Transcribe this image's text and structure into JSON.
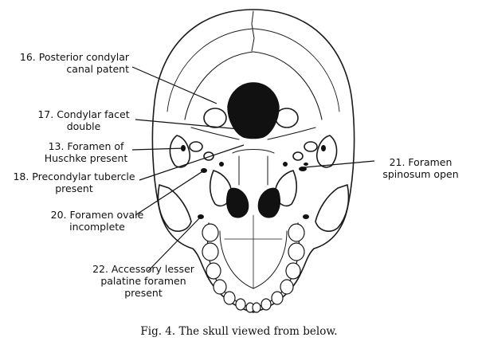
{
  "labels": [
    {
      "id": "l16",
      "lines": [
        "16. Posterior condylar",
        "canal patent"
      ]
    },
    {
      "id": "l17",
      "lines": [
        "17. Condylar facet",
        "double"
      ]
    },
    {
      "id": "l13",
      "lines": [
        "13. Foramen of",
        "Huschke present"
      ]
    },
    {
      "id": "l18",
      "lines": [
        "18. Precondylar tubercle",
        "present"
      ]
    },
    {
      "id": "l20",
      "lines": [
        "20. Foramen ovale",
        "incomplete"
      ]
    },
    {
      "id": "l22",
      "lines": [
        "22. Accessory lesser",
        "palatine foramen",
        "present"
      ]
    },
    {
      "id": "l21",
      "lines": [
        "21. Foramen",
        "spinosum open"
      ]
    }
  ],
  "caption": "Fig. 4. The skull viewed from below."
}
